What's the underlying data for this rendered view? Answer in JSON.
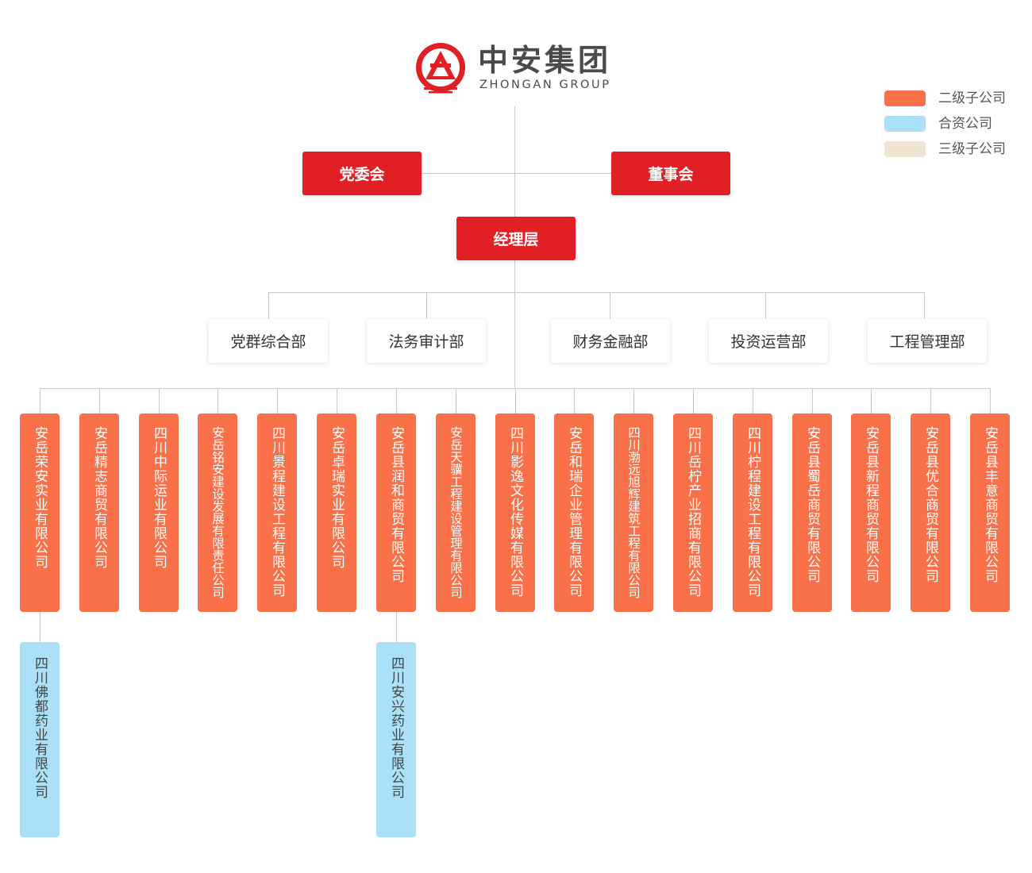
{
  "logo": {
    "name_cn": "中安集团",
    "name_en": "ZHONGAN GROUP",
    "brand_color": "#e02024"
  },
  "legend": [
    {
      "label": "二级子公司",
      "color": "#fa7149"
    },
    {
      "label": "合资公司",
      "color": "#abe1f8"
    },
    {
      "label": "三级子公司",
      "color": "#f0e3d1"
    }
  ],
  "leadership": {
    "party_committee": "党委会",
    "board": "董事会",
    "management": "经理层"
  },
  "departments": [
    "党群综合部",
    "法务审计部",
    "财务金融部",
    "投资运营部",
    "工程管理部"
  ],
  "subsidiaries": [
    "安岳荣安实业有限公司",
    "安岳精志商贸有限公司",
    "四川中际运业有限公司",
    "安岳铭安建设发展有限责任公司",
    "四川景程建设工程有限公司",
    "安岳卓瑞实业有限公司",
    "安岳县润和商贸有限公司",
    "安岳天骥工程建设管理有限公司",
    "四川影逸文化传媒有限公司",
    "安岳和瑞企业管理有限公司",
    "四川渤远旭辉建筑工程有限公司",
    "四川岳柠产业招商有限公司",
    "四川柠程建设工程有限公司",
    "安岳县蜀岳商贸有限公司",
    "安岳县新程商贸有限公司",
    "安岳县优合商贸有限公司",
    "安岳县丰意商贸有限公司"
  ],
  "joint_ventures": [
    "四川佛都药业有限公司",
    "四川安兴药业有限公司"
  ]
}
